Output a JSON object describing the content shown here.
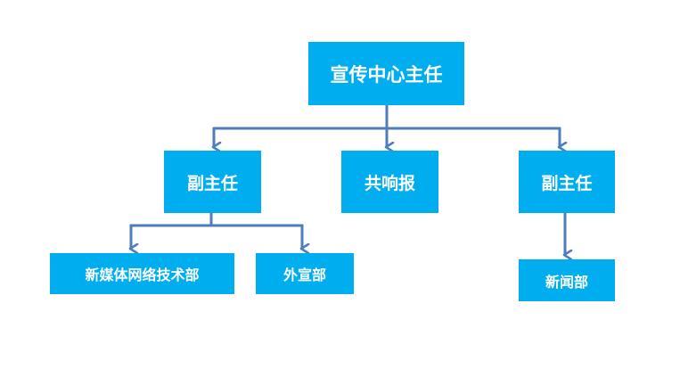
{
  "colors": {
    "node_fill": "#00aeef",
    "node_text": "#ffffff",
    "connector": "#4f7cba"
  },
  "org_chart": {
    "root": {
      "label": "宣传中心主任"
    },
    "level2": [
      {
        "label": "副主任"
      },
      {
        "label": "共响报"
      },
      {
        "label": "副主任"
      }
    ],
    "level3_left": [
      {
        "label": "新媒体网络技术部"
      },
      {
        "label": "外宣部"
      }
    ],
    "level3_right": [
      {
        "label": "新闻部"
      }
    ]
  }
}
